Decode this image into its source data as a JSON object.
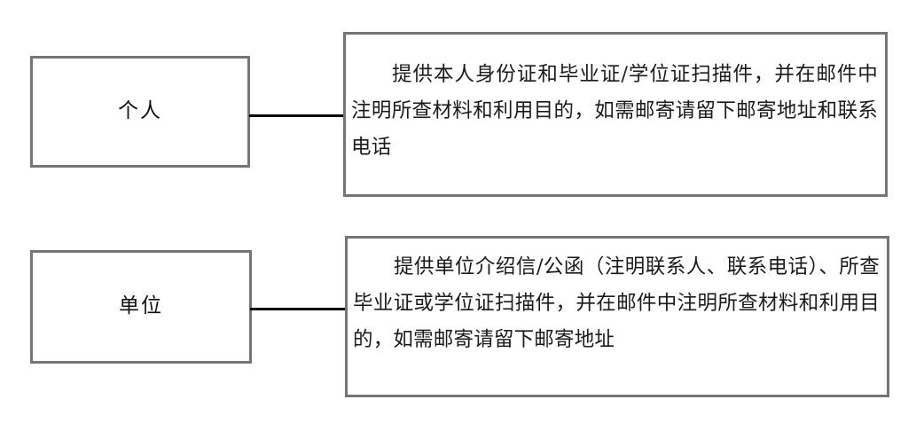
{
  "diagram": {
    "type": "flow-diagram",
    "background_color": "#ffffff",
    "box_border_color": "#757575",
    "connector_color": "#000000",
    "text_color": "#1a1a1a",
    "rows": [
      {
        "id": "individual",
        "node_label": "个人",
        "detail_text": "提供本人身份证和毕业证/学位证扫描件，并在邮件中注明所查材料和利用目的，如需邮寄请留下邮寄地址和联系电话"
      },
      {
        "id": "organization",
        "node_label": "单位",
        "detail_text": "提供单位介绍信/公函（注明联系人、联系电话）、所查毕业证或学位证扫描件，并在邮件中注明所查材料和利用目的，如需邮寄请留下邮寄地址"
      }
    ]
  }
}
